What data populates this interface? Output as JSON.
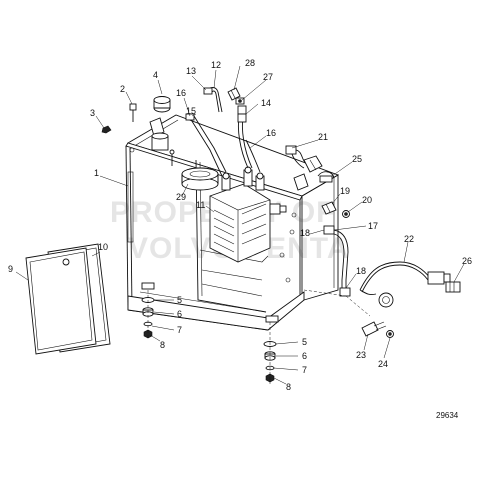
{
  "drawing_number": "29634",
  "watermark": {
    "line1": "PROPERTY OF",
    "line2": "VOLVO PENTA"
  },
  "callouts": [
    {
      "id": "c1",
      "label": "1"
    },
    {
      "id": "c2",
      "label": "2"
    },
    {
      "id": "c3",
      "label": "3"
    },
    {
      "id": "c4",
      "label": "4"
    },
    {
      "id": "c5a",
      "label": "5"
    },
    {
      "id": "c5b",
      "label": "5"
    },
    {
      "id": "c6a",
      "label": "6"
    },
    {
      "id": "c6b",
      "label": "6"
    },
    {
      "id": "c7a",
      "label": "7"
    },
    {
      "id": "c7b",
      "label": "7"
    },
    {
      "id": "c8a",
      "label": "8"
    },
    {
      "id": "c8b",
      "label": "8"
    },
    {
      "id": "c9",
      "label": "9"
    },
    {
      "id": "c10",
      "label": "10"
    },
    {
      "id": "c11",
      "label": "11"
    },
    {
      "id": "c12",
      "label": "12"
    },
    {
      "id": "c13",
      "label": "13"
    },
    {
      "id": "c14",
      "label": "14"
    },
    {
      "id": "c15",
      "label": "15"
    },
    {
      "id": "c16a",
      "label": "16"
    },
    {
      "id": "c16b",
      "label": "16"
    },
    {
      "id": "c17",
      "label": "17"
    },
    {
      "id": "c18a",
      "label": "18"
    },
    {
      "id": "c18b",
      "label": "18"
    },
    {
      "id": "c19",
      "label": "19"
    },
    {
      "id": "c20",
      "label": "20"
    },
    {
      "id": "c21",
      "label": "21"
    },
    {
      "id": "c22",
      "label": "22"
    },
    {
      "id": "c23",
      "label": "23"
    },
    {
      "id": "c24",
      "label": "24"
    },
    {
      "id": "c25",
      "label": "25"
    },
    {
      "id": "c26",
      "label": "26"
    },
    {
      "id": "c27",
      "label": "27"
    },
    {
      "id": "c28",
      "label": "28"
    },
    {
      "id": "c29",
      "label": "29"
    }
  ]
}
